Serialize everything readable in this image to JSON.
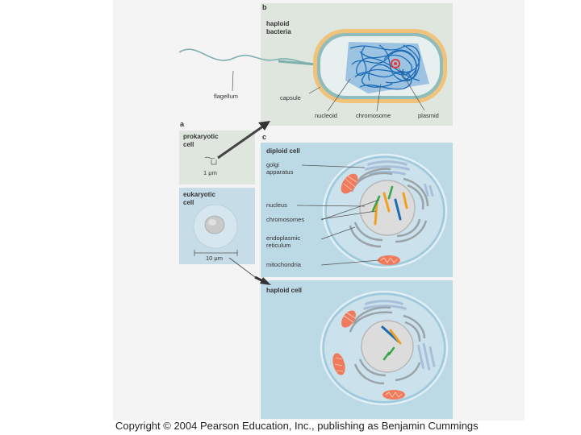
{
  "panel_b": {
    "letter": "b",
    "title_line1": "haploid",
    "title_line2": "bacteria",
    "labels": {
      "flagellum": "flagellum",
      "capsule": "capsule",
      "nucleoid": "nucleoid",
      "chromosome": "chromosome",
      "plasmid": "plasmid"
    }
  },
  "panel_a": {
    "letter": "a",
    "prokaryotic_line1": "prokaryotic",
    "prokaryotic_line2": "cell",
    "prokaryotic_scale": "1 μm",
    "eukaryotic_line1": "eukaryotic",
    "eukaryotic_line2": "cell",
    "eukaryotic_scale": "10 μm"
  },
  "panel_c": {
    "letter": "c",
    "diploid_title": "diploid cell",
    "haploid_title": "haploid cell",
    "labels": {
      "golgi_line1": "golgi",
      "golgi_line2": "apparatus",
      "nucleus": "nucleus",
      "chromosomes": "chromosomes",
      "er_line1": "endoplasmic",
      "er_line2": "reticulum",
      "mitochondria": "mitochondria"
    }
  },
  "colors": {
    "panel_b_bg": "#dfe6de",
    "panel_c_bg": "#bcd9e6",
    "capsule": "#f0c27a",
    "chromosome_blue": "#1c6bb5",
    "plasmid_red": "#e23a3a",
    "mitochondria": "#f07a5c",
    "chromosome_orange": "#f2a022",
    "chromosome_green": "#3aa64a"
  },
  "copyright": "Copyright © 2004 Pearson Education, Inc., publishing as Benjamin Cummings"
}
